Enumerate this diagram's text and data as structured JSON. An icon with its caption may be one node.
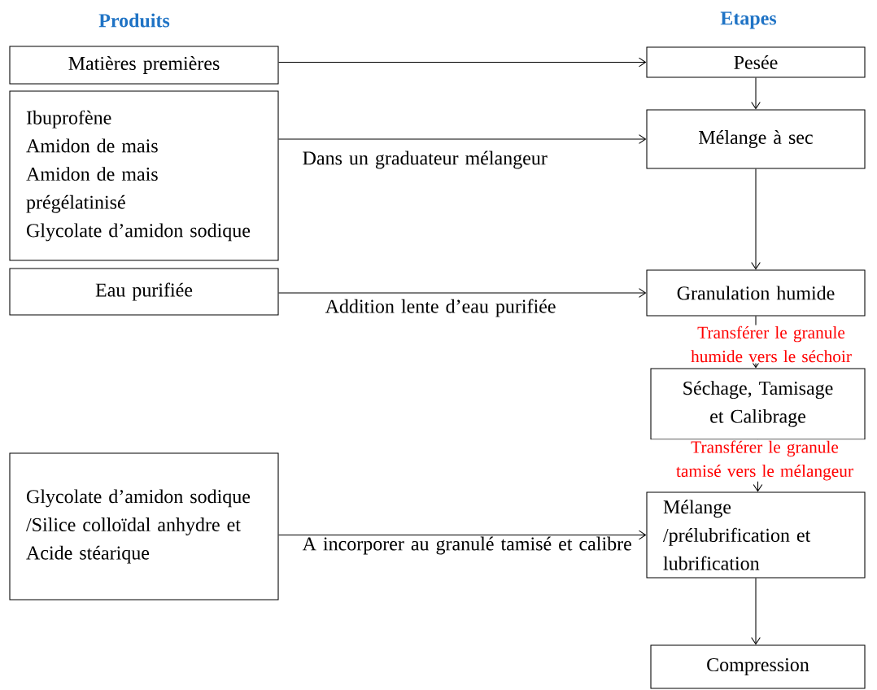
{
  "diagram": {
    "nodes": [
      {
        "text": [
          "Matières premières"
        ]
      },
      {
        "text": [
          "Ibuprofène",
          "Amidon de mais",
          "Amidon de mais prégélatinisé",
          "Glycolate d’amidon sodique"
        ]
      },
      {
        "text": [
          "Eau purifiée"
        ]
      },
      {
        "text": [
          "Glycolate d’amidon sodique /Silice colloïdal anhydre et Acide stéarique"
        ]
      },
      {
        "text": [
          "Pesée"
        ]
      },
      {
        "text": [
          "Mélange à sec"
        ]
      },
      {
        "text": [
          "Granulation humide"
        ]
      },
      {
        "text": [
          "Séchage, Tamisage et Calibrage"
        ]
      },
      {
        "text": [
          "Mélange /prélubrification et lubrification"
        ]
      },
      {
        "text": [
          "Compression"
        ]
      }
    ],
    "edges": [
      {
        "from": 0,
        "to": 4,
        "arrow": "to"
      },
      {
        "from": 4,
        "to": 5,
        "arrow": "to"
      },
      {
        "from": 1,
        "to": 5,
        "arrow": "to",
        "label": "Dans un graduateur mélangeur"
      },
      {
        "from": 5,
        "to": 6,
        "arrow": "to"
      },
      {
        "from": 2,
        "to": 6,
        "arrow": "to",
        "label": "Addition lente d’eau purifiée"
      },
      {
        "from": 6,
        "to": 7,
        "arrow": "to",
        "label": "Transférer le granule humide vers le séchoir"
      },
      {
        "from": 7,
        "to": 8,
        "arrow": "to",
        "label": "Transférer le granule tamisé vers le mélangeur"
      },
      {
        "from": 3,
        "to": 8,
        "arrow": "to",
        "label": "A incorporer au granulé tamisé et calibre"
      },
      {
        "from": 8,
        "to": 9,
        "arrow": "to"
      }
    ],
    "labels": [
      "Produits",
      "Etapes"
    ]
  }
}
